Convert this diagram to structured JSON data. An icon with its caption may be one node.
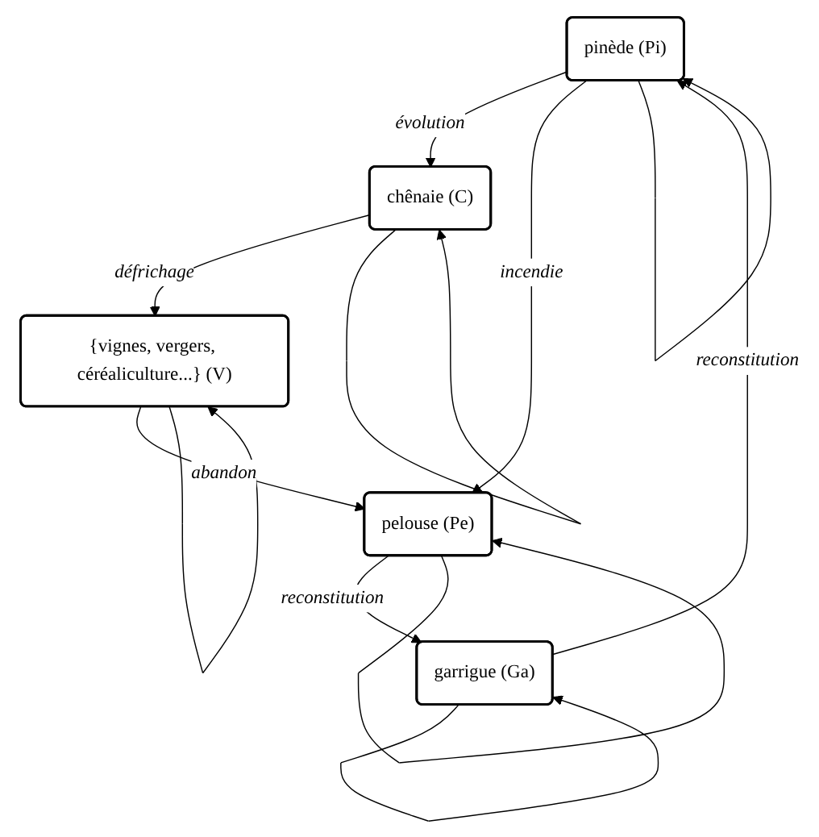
{
  "diagram": {
    "nodes": [
      {
        "text": [
          "chênaie (C)"
        ]
      },
      {
        "text": [
          "pinède (Pi)"
        ]
      },
      {
        "text": [
          "garrigue (Ga)"
        ]
      },
      {
        "text": [
          "{vignes, vergers, céréaliculture...} (V)"
        ]
      },
      {
        "text": [
          "pelouse (Pe)"
        ]
      }
    ],
    "edges": [
      {
        "from": 1,
        "to": 0,
        "arrow": "to",
        "label": "évolution"
      },
      {
        "from": 0,
        "to": 3,
        "arrow": "to",
        "label": "défrichage"
      },
      {
        "from": 1,
        "to": 4,
        "arrow": "to",
        "label": "incendie"
      },
      {
        "from": 3,
        "to": 4,
        "arrow": "to",
        "label": "abandon"
      },
      {
        "from": 4,
        "to": 2,
        "arrow": "to",
        "label": "reconstitution"
      },
      {
        "from": 2,
        "to": 1,
        "arrow": "to",
        "label": "reconstitution"
      },
      {
        "from": 0,
        "to": 0,
        "arrow": "to"
      },
      {
        "from": 1,
        "to": 1,
        "arrow": "to"
      },
      {
        "from": 2,
        "to": 2,
        "arrow": "to"
      },
      {
        "from": 3,
        "to": 3,
        "arrow": "to"
      },
      {
        "from": 4,
        "to": 4,
        "arrow": "to"
      }
    ]
  }
}
